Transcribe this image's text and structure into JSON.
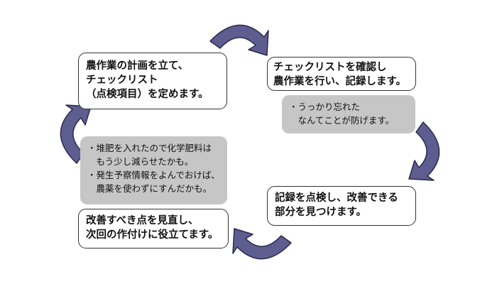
{
  "colors": {
    "arrow_fill": "#5d5d8f",
    "arrow_stroke": "#2a2a4e",
    "note_background": "#c6c6c6",
    "box_border": "#333333"
  },
  "cycle": {
    "step_plan": {
      "lines": [
        "農作業の計画を立て、",
        "チェックリスト",
        "（点検項目）を定めます。"
      ]
    },
    "step_do": {
      "lines": [
        "チェックリストを確認し",
        "農作業を行い、記録します。"
      ]
    },
    "step_check": {
      "lines": [
        "記録を点検し、改善できる",
        "部分を見つけます。"
      ]
    },
    "step_act": {
      "lines": [
        "改善すべき点を見直し、",
        "次回の作付けに役立てます。"
      ]
    }
  },
  "notes": {
    "do_note": {
      "lines": [
        "・うっかり忘れた",
        "　なんてことが防げます。"
      ]
    },
    "act_note": {
      "lines": [
        "・堆肥を入れたので化学肥料は",
        "　もう少し減らせたかも。",
        "・発生予察情報をよんでおけば、",
        "　農薬を使わずにすんだかも。"
      ]
    }
  },
  "arrows": [
    {
      "name": "top-cycle-arrow",
      "direction": "clockwise"
    },
    {
      "name": "right-cycle-arrow",
      "direction": "clockwise"
    },
    {
      "name": "bottom-cycle-arrow",
      "direction": "clockwise"
    },
    {
      "name": "left-cycle-arrow",
      "direction": "clockwise"
    }
  ]
}
